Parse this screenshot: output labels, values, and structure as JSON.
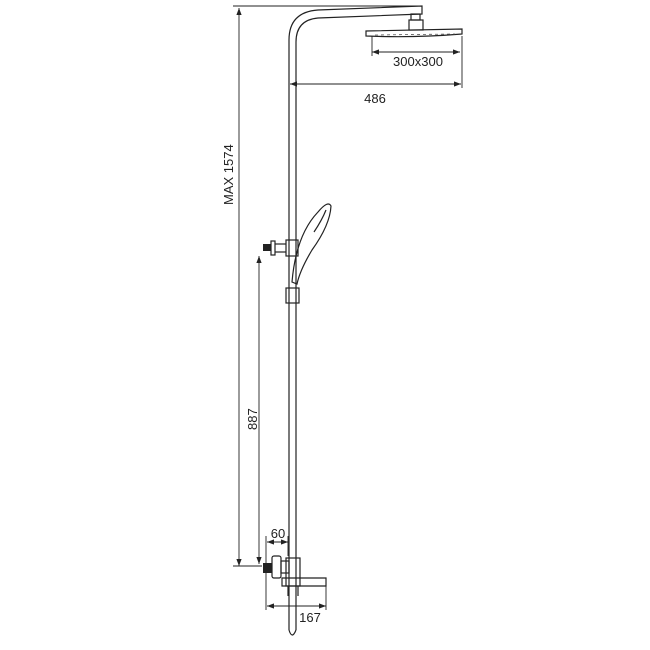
{
  "drawing": {
    "title": "Shower column dimension drawing",
    "dimensions": {
      "max_height": "MAX 1574",
      "arm_length": "486",
      "head_size": "300x300",
      "outlet_height": "887",
      "wall_offset": "60",
      "spout_reach": "167"
    }
  }
}
